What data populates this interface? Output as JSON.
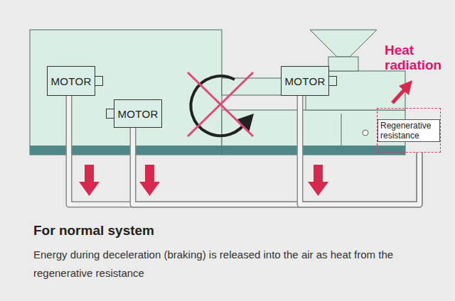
{
  "diagram": {
    "title": "For normal system",
    "caption": "Energy during deceleration (braking) is released into the air as heat from the regenerative resistance",
    "nodes": [
      {
        "text": [
          "MOTOR"
        ]
      },
      {
        "text": [
          "MOTOR"
        ]
      },
      {
        "text": [
          "MOTOR"
        ]
      },
      {
        "text": [
          "Regenerative resistance"
        ]
      }
    ],
    "edges": [
      {
        "from": 0,
        "to": 3,
        "arrow": "none"
      },
      {
        "from": 1,
        "to": 3,
        "arrow": "none"
      },
      {
        "from": 2,
        "to": 3,
        "arrow": "none"
      }
    ],
    "labels": [
      "Heat radiation"
    ]
  }
}
